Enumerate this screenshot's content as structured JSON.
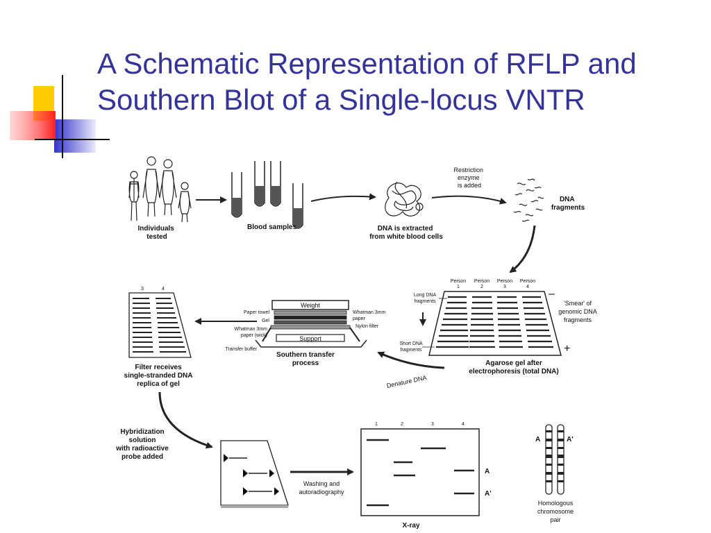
{
  "slide": {
    "title_line1": "A Schematic Representation of RFLP and",
    "title_line2": "Southern Blot of a Single-locus VNTR"
  },
  "diagram": {
    "individuals": "Individuals\ntested",
    "blood": "Blood samples",
    "dna_extract": "DNA is extracted\nfrom white blood cells",
    "restriction": "Restriction\nenzyme\nis added",
    "fragments": "DNA\nfragments",
    "persons": [
      "Person\n1",
      "Person\n2",
      "Person\n3",
      "Person\n4"
    ],
    "long_dna": "Long DNA\nfragments",
    "short_dna": "Short DNA\nfragments",
    "smear": "'Smear' of\ngenomic DNA\nfragments",
    "minus": "–",
    "plus": "+",
    "agarose": "Agarose gel after\nelectrophoresis (total DNA)",
    "denature": "Denature DNA",
    "weight": "Weight",
    "paper_towel": "Paper towel",
    "gel": "Gel",
    "whatman_wick": "Whatman 3mm\npaper (wick)",
    "transfer_buffer": "Transfer buffer",
    "whatman": "Whatman 3mm\npaper",
    "nylon": "Nylon filter",
    "support": "Support",
    "southern": "Southern transfer\nprocess",
    "filter_lanes": [
      "3",
      "4"
    ],
    "filter_receives": "Filter receives\nsingle-stranded DNA\nreplica of gel",
    "hybridization": "Hybridization\nsolution\nwith radioactive\nprobe added",
    "washing": "Washing and\nautoradiography",
    "xray_lanes": [
      "1",
      "2",
      "3",
      "4"
    ],
    "xray": "X-ray",
    "allele_a": "A",
    "allele_a2": "A'",
    "homologous": "Homologous\nchromosome\npair"
  }
}
